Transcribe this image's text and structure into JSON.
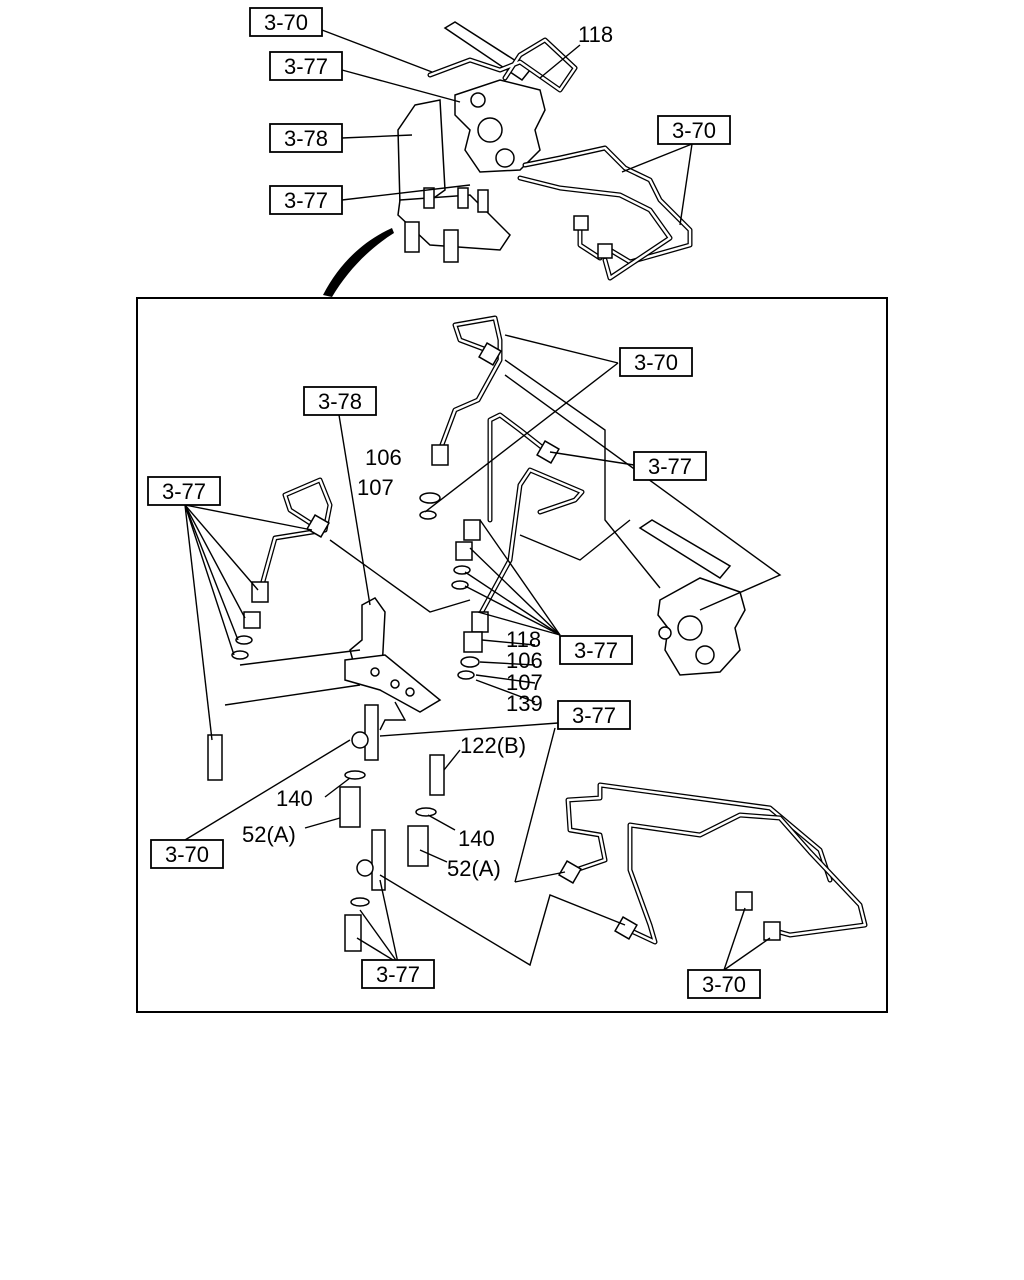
{
  "ref_labels": {
    "top_3_70_a": "3-70",
    "top_3_77_a": "3-77",
    "top_3_78": "3-78",
    "top_3_77_b": "3-77",
    "top_3_70_b": "3-70",
    "det_3_70_top": "3-70",
    "det_3_78": "3-78",
    "det_3_77_right": "3-77",
    "det_3_77_left": "3-77",
    "det_3_77_mid": "3-77",
    "det_3_77_lower": "3-77",
    "det_3_70_left": "3-70",
    "det_3_77_bottom": "3-77",
    "det_3_70_bottom": "3-70"
  },
  "part_numbers": {
    "top_118": "118",
    "p106_a": "106",
    "p107_a": "107",
    "p118": "118",
    "p106_b": "106",
    "p107_b": "107",
    "p139": "139",
    "p122b": "122(B)",
    "p140_a": "140",
    "p52a_a": "52(A)",
    "p140_b": "140",
    "p52a_b": "52(A)"
  }
}
